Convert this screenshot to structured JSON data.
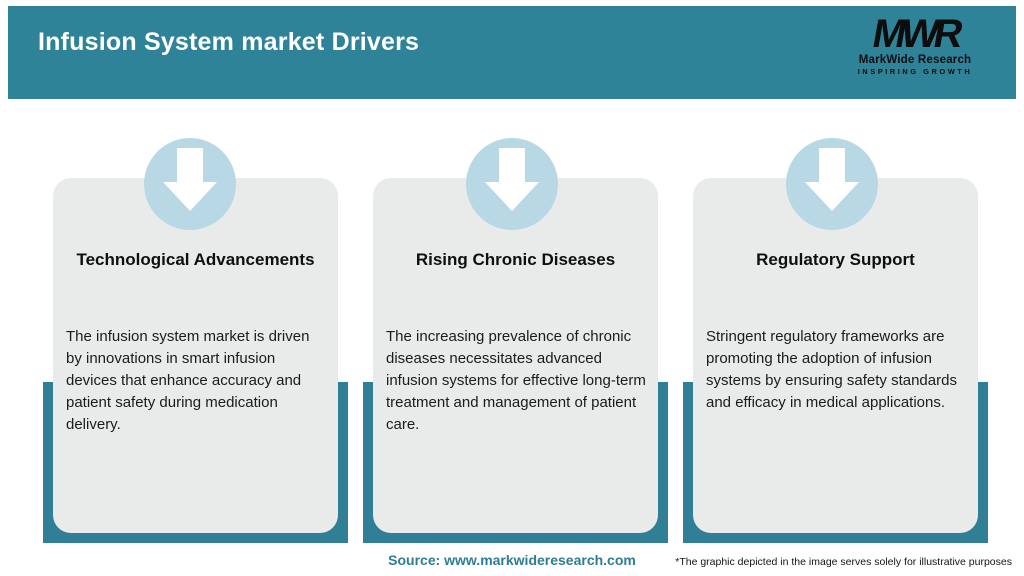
{
  "header": {
    "title": "Infusion System market Drivers",
    "logo": {
      "monogram": "MWR",
      "name": "MarkWide Research",
      "tagline": "INSPIRING GROWTH"
    }
  },
  "cards": [
    {
      "icon": "down-arrow-icon",
      "title": "Technological Advancements",
      "body": "The infusion system market is driven by innovations in smart infusion devices that enhance accuracy and patient safety during medication delivery."
    },
    {
      "icon": "down-arrow-icon",
      "title": "Rising Chronic Diseases",
      "body": "The increasing prevalence of chronic diseases necessitates advanced infusion systems for effective long-term treatment and management of patient care."
    },
    {
      "icon": "down-arrow-icon",
      "title": "Regulatory Support",
      "body": "Stringent regulatory frameworks are promoting the adoption of infusion systems by ensuring safety standards and efficacy in medical applications."
    }
  ],
  "footer": {
    "source": "Source: www.markwideresearch.com",
    "disclaimer": "*The graphic depicted in the image serves solely for illustrative purposes"
  },
  "colors": {
    "header_bg": "#2f8399",
    "frame_teal": "#317f97",
    "card_bg": "#e9ebeb",
    "circle_blue": "#b9d8e5",
    "source_text": "#2d7d92"
  }
}
